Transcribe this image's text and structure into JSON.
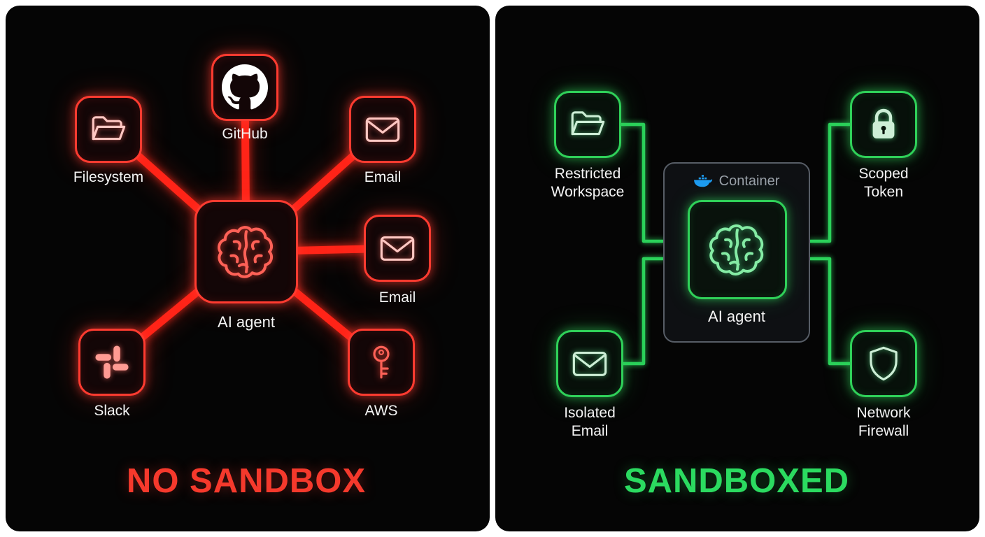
{
  "left": {
    "title": "NO SANDBOX",
    "accent_color": "#ff3b30",
    "center_label": "AI agent",
    "center_icon": "brain-icon",
    "nodes": [
      {
        "label": "Filesystem",
        "icon": "folder-icon"
      },
      {
        "label": "GitHub",
        "icon": "github-icon"
      },
      {
        "label": "Email",
        "icon": "envelope-icon"
      },
      {
        "label": "Email",
        "icon": "envelope-icon"
      },
      {
        "label": "AWS",
        "icon": "key-icon"
      },
      {
        "label": "Slack",
        "icon": "slack-icon"
      }
    ]
  },
  "right": {
    "title": "SANDBOXED",
    "accent_color": "#30d158",
    "container_label": "Container",
    "container_icon": "docker-icon",
    "center_label": "AI agent",
    "center_icon": "brain-icon",
    "nodes": [
      {
        "label": "Restricted Workspace",
        "icon": "folder-icon"
      },
      {
        "label": "Scoped Token",
        "icon": "lock-icon"
      },
      {
        "label": "Isolated Email",
        "icon": "envelope-icon"
      },
      {
        "label": "Network Firewall",
        "icon": "shield-icon"
      }
    ]
  }
}
